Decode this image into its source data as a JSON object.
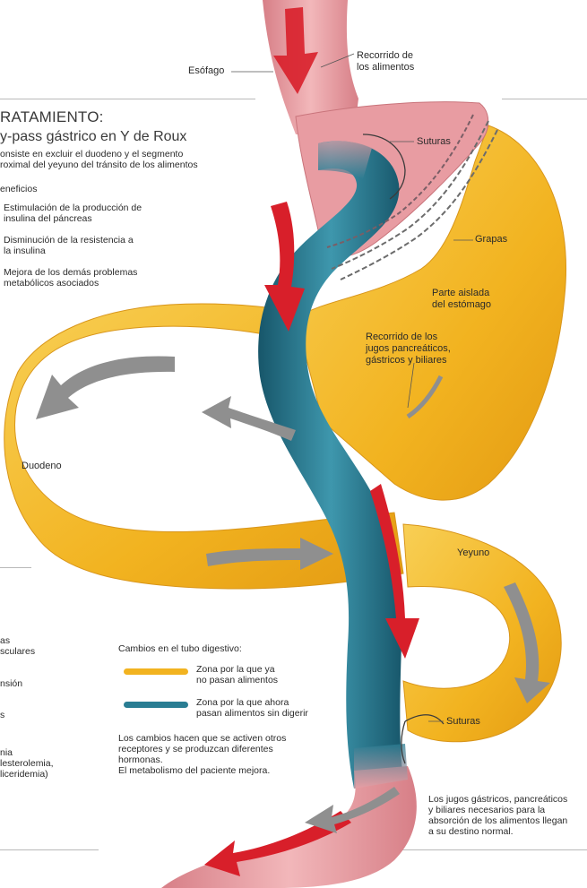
{
  "title": "RATAMIENTO:",
  "subtitle": "y-pass gástrico en Y de Roux",
  "description": [
    "onsiste en excluir el duodeno y el segmento",
    "roximal del yeyuno del tránsito de los alimentos"
  ],
  "benefits_heading": "eneficios",
  "benefits": [
    [
      "Estimulación de la producción de",
      "insulina del páncreas"
    ],
    [
      "Disminución de la resistencia a",
      "la insulina"
    ],
    [
      "Mejora de los demás problemas",
      "metabólicos asociados"
    ]
  ],
  "left_cut_lines": [
    "as",
    "sculares",
    "nsión",
    "s",
    "nia",
    "lesterolemia,",
    "liceridemia)"
  ],
  "labels": {
    "esofago": "Esófago",
    "recorrido_alimentos": [
      "Recorrido de",
      "los alimentos"
    ],
    "suturas_top": "Suturas",
    "grapas": "Grapas",
    "parte_aislada": [
      "Parte aislada",
      "del estómago"
    ],
    "recorrido_jugos": [
      "Recorrido de los",
      "jugos pancreáticos,",
      "gástricos y biliares"
    ],
    "duodeno": "Duodeno",
    "yeyuno": "Yeyuno",
    "suturas_bottom": "Suturas"
  },
  "legend": {
    "heading": "Cambios en el tubo digestivo:",
    "items": [
      {
        "text": [
          "Zona por la que ya",
          "no pasan alimentos"
        ],
        "color": "#f2b320"
      },
      {
        "text": [
          "Zona por la que ahora",
          "pasan alimentos sin digerir"
        ],
        "color": "#2a7d93"
      }
    ],
    "note": [
      "Los cambios hacen que se activen otros",
      "receptores y se produzcan diferentes",
      "hormonas.",
      "El metabolismo del paciente mejora."
    ]
  },
  "footer_note": [
    "Los jugos gástricos, pancreáticos",
    "y biliares necesarios para la",
    "absorción de los alimentos llegan",
    "a su destino normal."
  ],
  "colors": {
    "yellow": "#f2b320",
    "teal": "#2a7d93",
    "pink": "#e79aa0",
    "red": "#d81f2a",
    "gray_arrow": "#8c8c8c"
  }
}
